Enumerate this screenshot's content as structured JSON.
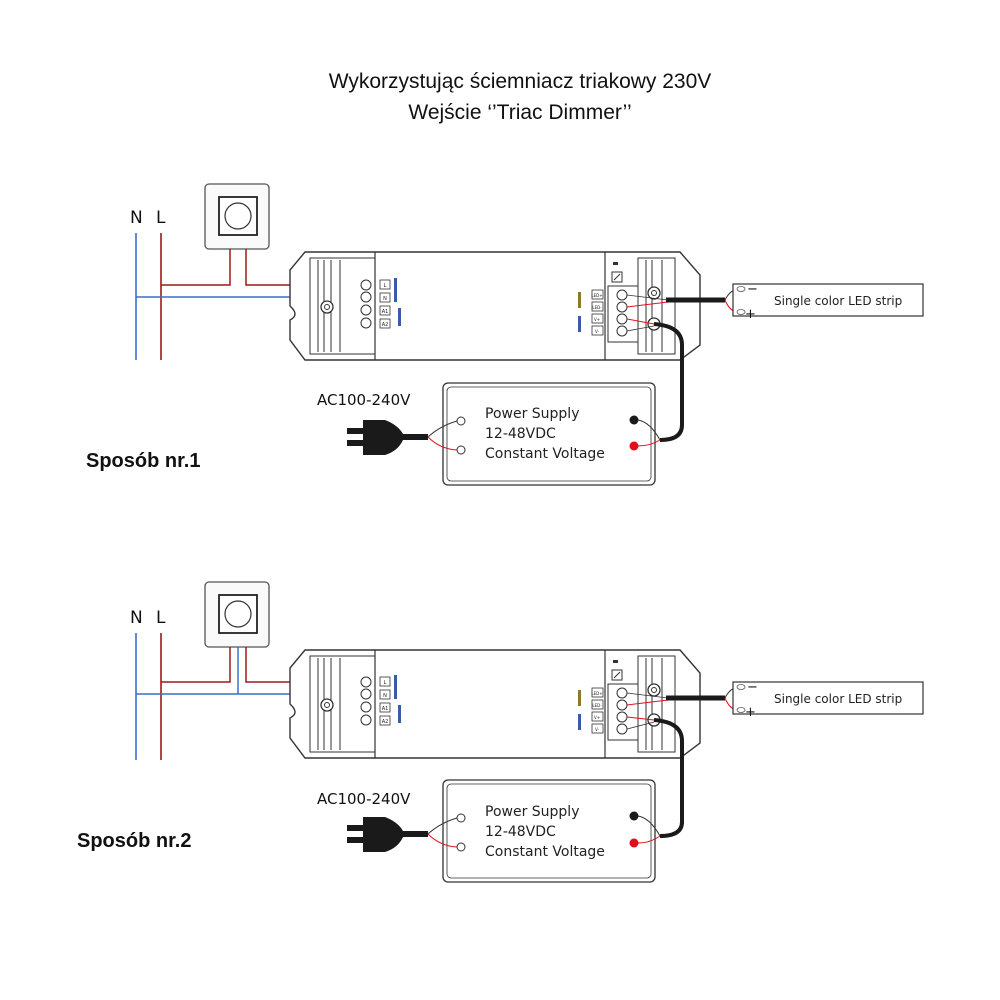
{
  "title": {
    "line1": "Wykorzystując ściemniacz triakowy 230V",
    "line2": "Wejście ‘’Triac Dimmer’’"
  },
  "colors": {
    "live_wire": "#a01818",
    "neutral_wire": "#3b6fd0",
    "led_positive": "#e0101a",
    "cable": "#1a1a1a",
    "outline": "#333333"
  },
  "diagrams": [
    {
      "method_label": "Sposób nr.1",
      "mains": {
        "neutral": "N",
        "live": "L"
      },
      "controller": {
        "input_terminals": [
          "L",
          "N",
          "A1",
          "A2"
        ],
        "output_terminals": [
          "LED+",
          "LED-",
          "V+",
          "V-"
        ]
      },
      "led_strip": {
        "label": "Single color LED strip",
        "minus": "−",
        "plus": "+"
      },
      "power_supply": {
        "input_label": "AC100-240V",
        "line1": "Power Supply",
        "line2": "12-48VDC",
        "line3": "Constant Voltage"
      }
    },
    {
      "method_label": "Sposób nr.2",
      "mains": {
        "neutral": "N",
        "live": "L"
      },
      "controller": {
        "input_terminals": [
          "L",
          "N",
          "A1",
          "A2"
        ],
        "output_terminals": [
          "LED+",
          "LED-",
          "V+",
          "V-"
        ]
      },
      "led_strip": {
        "label": "Single color LED strip",
        "minus": "−",
        "plus": "+"
      },
      "power_supply": {
        "input_label": "AC100-240V",
        "line1": "Power Supply",
        "line2": "12-48VDC",
        "line3": "Constant Voltage"
      }
    }
  ]
}
